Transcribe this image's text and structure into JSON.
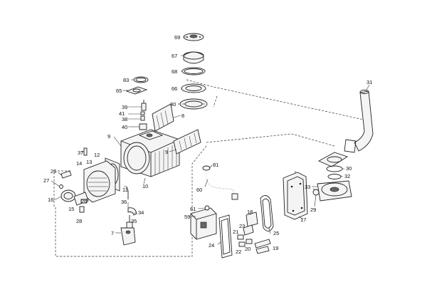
{
  "labels": [
    {
      "id": "p69",
      "text": "69"
    },
    {
      "id": "p67",
      "text": "67"
    },
    {
      "id": "p68",
      "text": "68"
    },
    {
      "id": "p66",
      "text": "66"
    },
    {
      "id": "p30a",
      "text": "30"
    },
    {
      "id": "p83",
      "text": "83"
    },
    {
      "id": "p65",
      "text": "65"
    },
    {
      "id": "p39",
      "text": "39"
    },
    {
      "id": "p41",
      "text": "41"
    },
    {
      "id": "p38",
      "text": "38"
    },
    {
      "id": "p40",
      "text": "40"
    },
    {
      "id": "p8",
      "text": "8"
    },
    {
      "id": "p9a",
      "text": "9"
    },
    {
      "id": "p9b",
      "text": "9"
    },
    {
      "id": "p37",
      "text": "37"
    },
    {
      "id": "p12",
      "text": "12"
    },
    {
      "id": "p13",
      "text": "13"
    },
    {
      "id": "p14",
      "text": "14"
    },
    {
      "id": "p26a",
      "text": "26"
    },
    {
      "id": "p27",
      "text": "27"
    },
    {
      "id": "p16",
      "text": "16"
    },
    {
      "id": "p15",
      "text": "15"
    },
    {
      "id": "p26b",
      "text": "26"
    },
    {
      "id": "p28",
      "text": "28"
    },
    {
      "id": "p11",
      "text": "11"
    },
    {
      "id": "p10",
      "text": "10"
    },
    {
      "id": "p36",
      "text": "36"
    },
    {
      "id": "p34",
      "text": "34"
    },
    {
      "id": "p35",
      "text": "35"
    },
    {
      "id": "p7",
      "text": "7"
    },
    {
      "id": "p31",
      "text": "31"
    },
    {
      "id": "p30b",
      "text": "30"
    },
    {
      "id": "p32",
      "text": "32"
    },
    {
      "id": "p33",
      "text": "33"
    },
    {
      "id": "p29",
      "text": "29"
    },
    {
      "id": "p81",
      "text": "81"
    },
    {
      "id": "p60",
      "text": "60"
    },
    {
      "id": "p61",
      "text": "61"
    },
    {
      "id": "p59",
      "text": "59"
    },
    {
      "id": "p18",
      "text": "18"
    },
    {
      "id": "p23",
      "text": "23"
    },
    {
      "id": "p21",
      "text": "21"
    },
    {
      "id": "p22",
      "text": "22"
    },
    {
      "id": "p20",
      "text": "20"
    },
    {
      "id": "p24",
      "text": "24"
    },
    {
      "id": "p19",
      "text": "19"
    },
    {
      "id": "p25",
      "text": "25"
    },
    {
      "id": "p17",
      "text": "17"
    }
  ]
}
